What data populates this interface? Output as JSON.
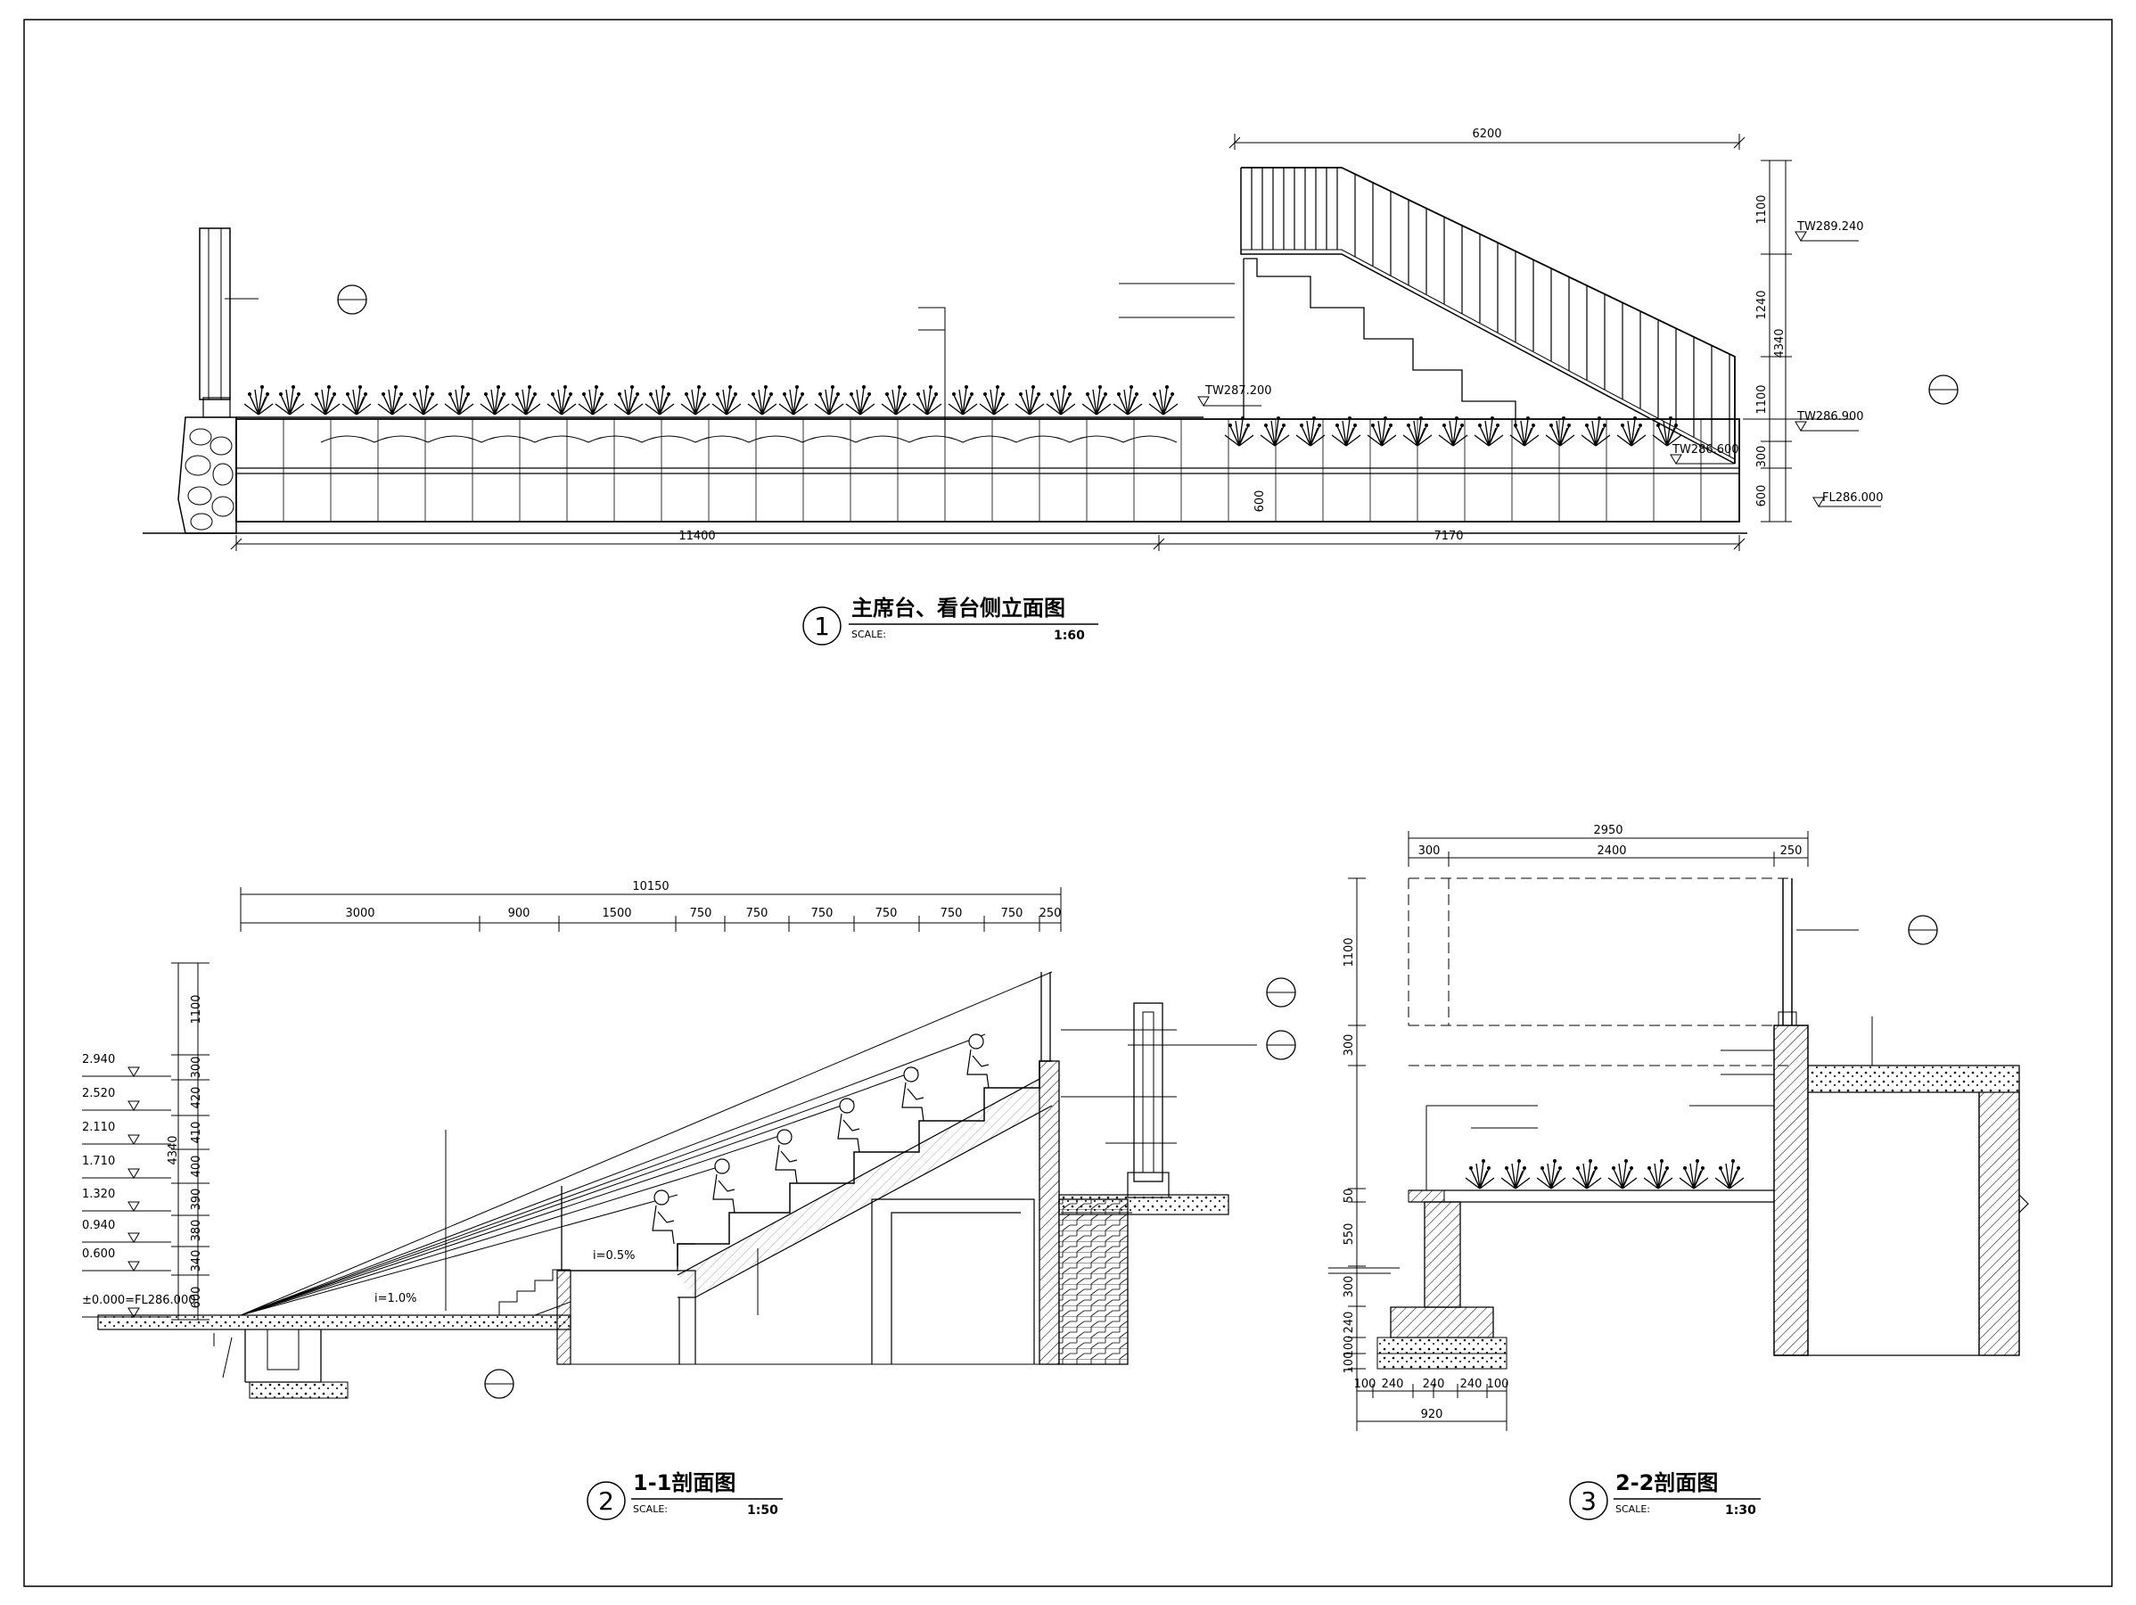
{
  "drawing_1": {
    "number": "1",
    "title": "主席台、看台侧立面图",
    "scale_label": "SCALE:",
    "scale_value": "1:60",
    "dims_bottom": [
      "11400",
      "7170"
    ],
    "dim_top": "6200",
    "dims_right": [
      "1100",
      "1240",
      "1100",
      "300",
      "600"
    ],
    "dim_right_total": "4340",
    "elevations": [
      "TW287.200",
      "TW289.240",
      "TW286.900",
      "TW286.600",
      "FL286.000"
    ],
    "dim_inner": "600"
  },
  "drawing_2": {
    "number": "2",
    "title": "1-1剖面图",
    "scale_label": "SCALE:",
    "scale_value": "1:50",
    "dim_total": "10150",
    "dims_top": [
      "3000",
      "900",
      "1500",
      "750",
      "750",
      "750",
      "750",
      "750",
      "750",
      "250"
    ],
    "dims_left": [
      "1100",
      "300",
      "420",
      "410",
      "400",
      "390",
      "380",
      "340",
      "600"
    ],
    "dim_left_total": "4340",
    "levels": [
      "2.940",
      "2.520",
      "2.110",
      "1.710",
      "1.320",
      "0.940",
      "0.600",
      "±0.000=FL286.000"
    ],
    "slopes": [
      "i=0.5%",
      "i=1.0%"
    ]
  },
  "drawing_3": {
    "number": "3",
    "title": "2-2剖面图",
    "scale_label": "SCALE:",
    "scale_value": "1:30",
    "dim_total": "2950",
    "dims_top": [
      "300",
      "2400",
      "250"
    ],
    "dims_left": [
      "1100",
      "300",
      "50",
      "550",
      "300",
      "240",
      "100",
      "100"
    ],
    "dims_bottom": [
      "100",
      "240",
      "240",
      "240",
      "100"
    ],
    "dim_bottom_total": "920"
  }
}
